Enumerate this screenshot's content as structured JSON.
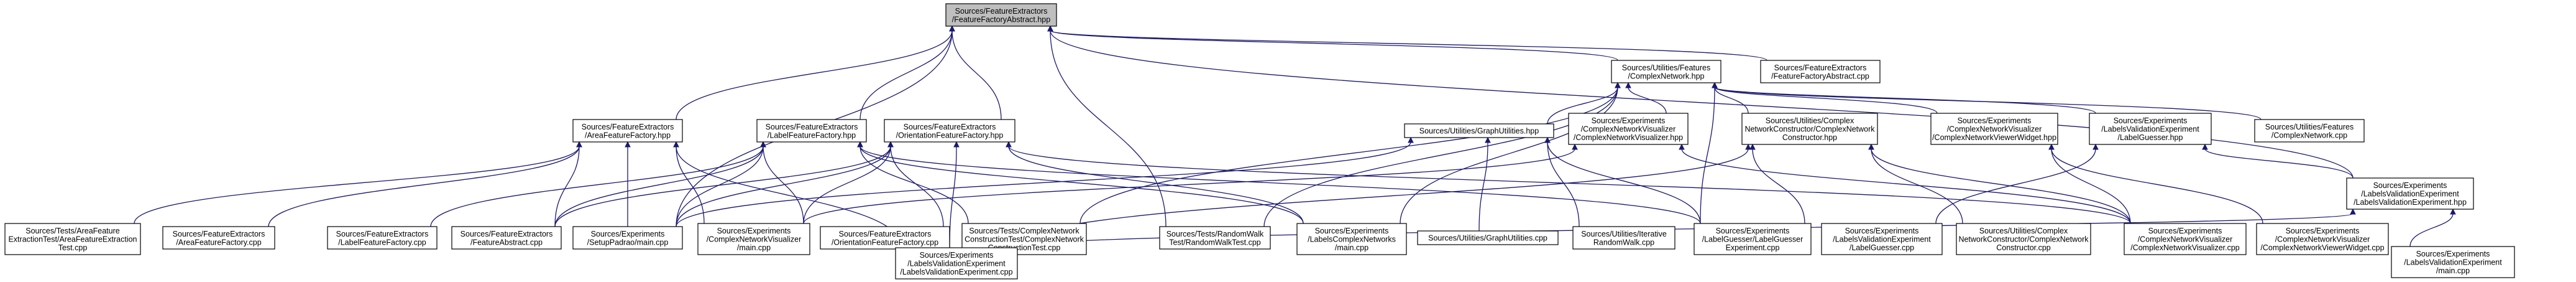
{
  "diagram": {
    "type": "dependency-graph",
    "colors": {
      "edge": "#191970",
      "root_fill": "#bfbfbf",
      "node_fill": "#ffffff",
      "border": "#000000"
    },
    "nodes": [
      {
        "id": "root",
        "lines": [
          "Sources/FeatureExtractors",
          "/FeatureFactoryAbstract.hpp"
        ]
      },
      {
        "id": "cn_hpp",
        "lines": [
          "Sources/Utilities/Features",
          "/ComplexNetwork.hpp"
        ]
      },
      {
        "id": "ffa_cpp",
        "lines": [
          "Sources/FeatureExtractors",
          "/FeatureFactoryAbstract.cpp"
        ]
      },
      {
        "id": "area_hpp",
        "lines": [
          "Sources/FeatureExtractors",
          "/AreaFeatureFactory.hpp"
        ]
      },
      {
        "id": "label_hpp",
        "lines": [
          "Sources/FeatureExtractors",
          "/LabelFeatureFactory.hpp"
        ]
      },
      {
        "id": "orient_hpp",
        "lines": [
          "Sources/FeatureExtractors",
          "/OrientationFeatureFactory.hpp"
        ]
      },
      {
        "id": "graphutil_hpp",
        "lines": [
          "Sources/Utilities/GraphUtilities.hpp"
        ]
      },
      {
        "id": "cnvis_hpp",
        "lines": [
          "Sources/Experiments",
          "/ComplexNetworkVisualizer",
          "/ComplexNetworkVisualizer.hpp"
        ]
      },
      {
        "id": "cnconst_hpp",
        "lines": [
          "Sources/Utilities/Complex",
          "NetworkConstructor/ComplexNetwork",
          "Constructor.hpp"
        ]
      },
      {
        "id": "cnviewer_hpp",
        "lines": [
          "Sources/Experiments",
          "/ComplexNetworkVisualizer",
          "/ComplexNetworkViewerWidget.hpp"
        ]
      },
      {
        "id": "labelguess_hpp",
        "lines": [
          "Sources/Experiments",
          "/LabelsValidationExperiment",
          "/LabelGuesser.hpp"
        ]
      },
      {
        "id": "cn_cpp",
        "lines": [
          "Sources/Utilities/Features",
          "/ComplexNetwork.cpp"
        ]
      },
      {
        "id": "areatest_cpp",
        "lines": [
          "Sources/Tests/AreaFeature",
          "ExtractionTest/AreaFeatureExtraction",
          "Test.cpp"
        ]
      },
      {
        "id": "area_cpp",
        "lines": [
          "Sources/FeatureExtractors",
          "/AreaFeatureFactory.cpp"
        ]
      },
      {
        "id": "label_cpp",
        "lines": [
          "Sources/FeatureExtractors",
          "/LabelFeatureFactory.cpp"
        ]
      },
      {
        "id": "fa_cpp",
        "lines": [
          "Sources/FeatureExtractors",
          "/FeatureAbstract.cpp"
        ]
      },
      {
        "id": "setup_cpp",
        "lines": [
          "Sources/Experiments",
          "/SetupPadrao/main.cpp"
        ]
      },
      {
        "id": "cnvis_main",
        "lines": [
          "Sources/Experiments",
          "/ComplexNetworkVisualizer",
          "/main.cpp"
        ]
      },
      {
        "id": "orient_cpp",
        "lines": [
          "Sources/FeatureExtractors",
          "/OrientationFeatureFactory.cpp"
        ]
      },
      {
        "id": "cnconsttest_cpp",
        "lines": [
          "Sources/Tests/ComplexNetwork",
          "ConstructionTest/ComplexNetwork",
          "ConstructionTest.cpp"
        ]
      },
      {
        "id": "rwtest_cpp",
        "lines": [
          "Sources/Tests/RandomWalk",
          "Test/RandomWalkTest.cpp"
        ]
      },
      {
        "id": "labelscn_main",
        "lines": [
          "Sources/Experiments",
          "/LabelsComplexNetworks",
          "/main.cpp"
        ]
      },
      {
        "id": "graphutil_cpp",
        "lines": [
          "Sources/Utilities/GraphUtilities.cpp"
        ]
      },
      {
        "id": "irw_cpp",
        "lines": [
          "Sources/Utilities/Iterative",
          "RandomWalk.cpp"
        ]
      },
      {
        "id": "lgexp_cpp",
        "lines": [
          "Sources/Experiments",
          "/LabelGuesser/LabelGuesser",
          "Experiment.cpp"
        ]
      },
      {
        "id": "lg_cpp",
        "lines": [
          "Sources/Experiments",
          "/LabelsValidationExperiment",
          "/LabelGuesser.cpp"
        ]
      },
      {
        "id": "cnconst_cpp",
        "lines": [
          "Sources/Utilities/Complex",
          "NetworkConstructor/ComplexNetwork",
          "Constructor.cpp"
        ]
      },
      {
        "id": "cnvis_cpp",
        "lines": [
          "Sources/Experiments",
          "/ComplexNetworkVisualizer",
          "/ComplexNetworkVisualizer.cpp"
        ]
      },
      {
        "id": "cnviewer_cpp",
        "lines": [
          "Sources/Experiments",
          "/ComplexNetworkVisualizer",
          "/ComplexNetworkViewerWidget.cpp"
        ]
      },
      {
        "id": "lvexp_hpp",
        "lines": [
          "Sources/Experiments",
          "/LabelsValidationExperiment",
          "/LabelsValidationExperiment.hpp"
        ]
      },
      {
        "id": "lvexp_cpp",
        "lines": [
          "Sources/Experiments",
          "/LabelsValidationExperiment",
          "/LabelsValidationExperiment.cpp"
        ]
      },
      {
        "id": "lv_main",
        "lines": [
          "Sources/Experiments",
          "/LabelsValidationExperiment",
          "/main.cpp"
        ]
      }
    ],
    "edges": [
      [
        "cn_hpp",
        "root"
      ],
      [
        "ffa_cpp",
        "root"
      ],
      [
        "area_hpp",
        "root"
      ],
      [
        "label_hpp",
        "root"
      ],
      [
        "orient_hpp",
        "root"
      ],
      [
        "setup_cpp",
        "root"
      ],
      [
        "rwtest_cpp",
        "root"
      ],
      [
        "lvexp_hpp",
        "root"
      ],
      [
        "cn_cpp",
        "cn_hpp"
      ],
      [
        "graphutil_hpp",
        "cn_hpp"
      ],
      [
        "cnvis_hpp",
        "cn_hpp"
      ],
      [
        "cnconst_hpp",
        "cn_hpp"
      ],
      [
        "cnviewer_hpp",
        "cn_hpp"
      ],
      [
        "labelguess_hpp",
        "cn_hpp"
      ],
      [
        "lgexp_cpp",
        "cn_hpp"
      ],
      [
        "labelscn_main",
        "cn_hpp"
      ],
      [
        "cnconsttest_cpp",
        "cn_hpp"
      ],
      [
        "rwtest_cpp",
        "cn_hpp"
      ],
      [
        "areatest_cpp",
        "area_hpp"
      ],
      [
        "area_cpp",
        "area_hpp"
      ],
      [
        "fa_cpp",
        "area_hpp"
      ],
      [
        "setup_cpp",
        "area_hpp"
      ],
      [
        "cnvis_main",
        "area_hpp"
      ],
      [
        "lvexp_cpp",
        "area_hpp"
      ],
      [
        "label_cpp",
        "label_hpp"
      ],
      [
        "fa_cpp",
        "label_hpp"
      ],
      [
        "setup_cpp",
        "label_hpp"
      ],
      [
        "cnvis_main",
        "label_hpp"
      ],
      [
        "cnconsttest_cpp",
        "label_hpp"
      ],
      [
        "labelscn_main",
        "label_hpp"
      ],
      [
        "lgexp_cpp",
        "label_hpp"
      ],
      [
        "orient_cpp",
        "orient_hpp"
      ],
      [
        "fa_cpp",
        "orient_hpp"
      ],
      [
        "setup_cpp",
        "orient_hpp"
      ],
      [
        "cnvis_main",
        "orient_hpp"
      ],
      [
        "lvexp_cpp",
        "orient_hpp"
      ],
      [
        "labelscn_main",
        "orient_hpp"
      ],
      [
        "cnvis_cpp",
        "orient_hpp"
      ],
      [
        "graphutil_cpp",
        "graphutil_hpp"
      ],
      [
        "irw_cpp",
        "graphutil_hpp"
      ],
      [
        "setup_cpp",
        "graphutil_hpp"
      ],
      [
        "lgexp_cpp",
        "graphutil_hpp"
      ],
      [
        "cnvis_main",
        "cnvis_hpp"
      ],
      [
        "cnvis_cpp",
        "cnvis_hpp"
      ],
      [
        "cnconst_cpp",
        "cnconst_hpp"
      ],
      [
        "lgexp_cpp",
        "cnconst_hpp"
      ],
      [
        "cnvis_cpp",
        "cnconst_hpp"
      ],
      [
        "lvexp_cpp",
        "cnconst_hpp"
      ],
      [
        "cnviewer_cpp",
        "cnviewer_hpp"
      ],
      [
        "cnvis_cpp",
        "cnviewer_hpp"
      ],
      [
        "lg_cpp",
        "labelguess_hpp"
      ],
      [
        "lvexp_hpp",
        "labelguess_hpp"
      ],
      [
        "lvexp_cpp",
        "lvexp_hpp"
      ],
      [
        "lv_main",
        "lvexp_hpp"
      ]
    ]
  }
}
